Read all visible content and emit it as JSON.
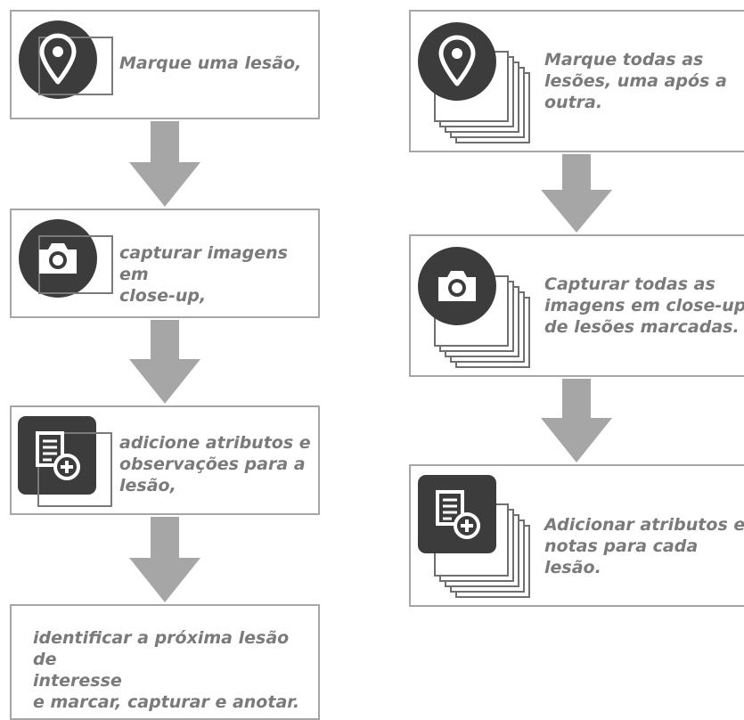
{
  "colors": {
    "box_border": "#a6a6a6",
    "arrow": "#a6a6a6",
    "icon_bg": "#3c3c3c",
    "text": "#7a7a7a"
  },
  "left_flow": {
    "step1": {
      "icon": "map-pin-icon",
      "text": "Marque uma lesão,"
    },
    "step2": {
      "icon": "camera-icon",
      "text": "capturar imagens em\nclose-up,"
    },
    "step3": {
      "icon": "add-note-icon",
      "text": "adicione atributos e\nobservações para a\nlesão,"
    },
    "step4": {
      "text": "identificar a próxima lesão de\ninteresse\ne marcar, capturar e anotar."
    }
  },
  "right_flow": {
    "step1": {
      "icon": "map-pin-icon",
      "text": "Marque todas as\nlesões, uma após a\noutra."
    },
    "step2": {
      "icon": "camera-icon",
      "text": "Capturar todas as\nimagens em close-up\nde lesões marcadas."
    },
    "step3": {
      "icon": "add-note-icon",
      "text": "Adicionar atributos e\nnotas para cada lesão."
    }
  }
}
